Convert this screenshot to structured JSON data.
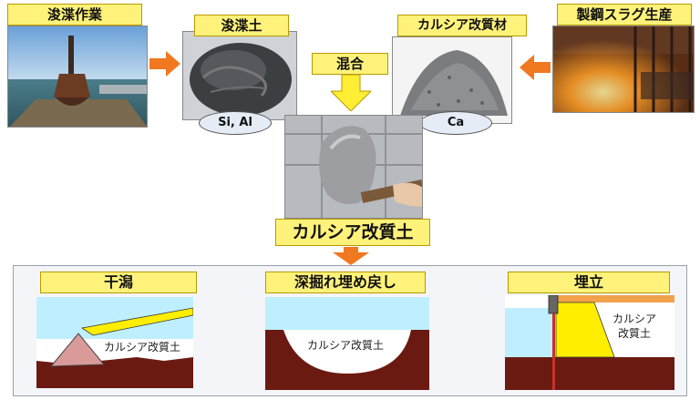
{
  "top_labels": {
    "dredging": "浚渫作業",
    "dredged_soil": "浚渫土",
    "calcia_material": "カルシア改質材",
    "steel_slag": "製鋼スラグ生産"
  },
  "elements": {
    "soil": "Si, Al",
    "material": "Ca"
  },
  "mix_label": "混合",
  "product_label": "カルシア改質土",
  "applications": [
    {
      "title": "干潟",
      "fill_text": "カルシア改質土"
    },
    {
      "title": "深掘れ埋め戻し",
      "fill_text": "カルシア改質土"
    },
    {
      "title": "埋立",
      "fill_text": "カルシア\n改質土"
    }
  ],
  "colors": {
    "label_yellow": "#fff27a",
    "arrow_orange": "#f07820",
    "arrow_yellow": "#ffee33",
    "sea_bottom": "#6b1a12",
    "water": "#bfefff",
    "fill_yellow": "#ffee00"
  }
}
